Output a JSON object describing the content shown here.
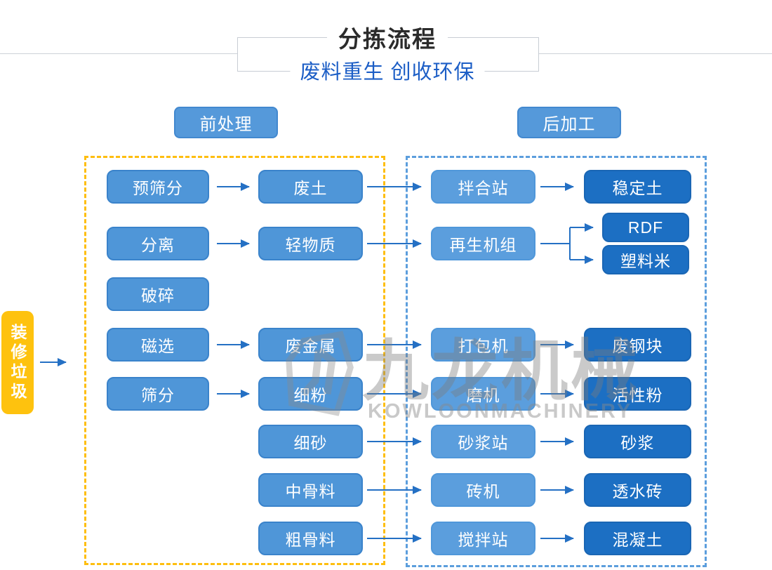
{
  "header": {
    "title": "分拣流程",
    "subtitle": "废料重生 创收环保"
  },
  "sections": {
    "pre": "前处理",
    "post": "后加工"
  },
  "source": {
    "label": "装修垃圾"
  },
  "flow": {
    "col1": [
      "预筛分",
      "分离",
      "破碎",
      "磁选",
      "筛分"
    ],
    "col2": [
      "废土",
      "轻物质",
      "废金属",
      "细粉",
      "细砂",
      "中骨料",
      "粗骨料"
    ],
    "col3": [
      "拌合站",
      "再生机组",
      "打包机",
      "磨机",
      "砂浆站",
      "砖机",
      "搅拌站"
    ],
    "col4": [
      "稳定土",
      "RDF",
      "塑料米",
      "废钢块",
      "活性粉",
      "砂浆",
      "透水砖",
      "混凝土"
    ]
  },
  "edges": [
    {
      "from": "装修垃圾",
      "to": "前处理"
    },
    {
      "from": "预筛分",
      "to": "废土"
    },
    {
      "from": "废土",
      "to": "拌合站"
    },
    {
      "from": "拌合站",
      "to": "稳定土"
    },
    {
      "from": "分离",
      "to": "轻物质"
    },
    {
      "from": "轻物质",
      "to": "再生机组"
    },
    {
      "from": "再生机组",
      "to": "RDF"
    },
    {
      "from": "再生机组",
      "to": "塑料米"
    },
    {
      "from": "磁选",
      "to": "废金属"
    },
    {
      "from": "废金属",
      "to": "打包机"
    },
    {
      "from": "打包机",
      "to": "废钢块"
    },
    {
      "from": "筛分",
      "to": "细粉"
    },
    {
      "from": "细粉",
      "to": "磨机"
    },
    {
      "from": "磨机",
      "to": "活性粉"
    },
    {
      "from": "细砂",
      "to": "砂浆站"
    },
    {
      "from": "砂浆站",
      "to": "砂浆"
    },
    {
      "from": "中骨料",
      "to": "砖机"
    },
    {
      "from": "砖机",
      "to": "透水砖"
    },
    {
      "from": "粗骨料",
      "to": "搅拌站"
    },
    {
      "from": "搅拌站",
      "to": "混凝土"
    }
  ],
  "watermark": {
    "brand_cn": "九龙机械",
    "brand_en": "KOWLOONMACHINERY"
  },
  "colors": {
    "node_blue": "#4f96d8",
    "node_blue_border": "#3a83cb",
    "machine_blue": "#5b9edd",
    "output_blue": "#1c6fc3",
    "source_yellow": "#fec20e",
    "zone_pre_border": "#febe10",
    "zone_post_border": "#5c9edd",
    "arrow_blue": "#2470c4",
    "title_color": "#2b2b2b",
    "subtitle_blue": "#1c5ec6",
    "watermark_gray": "#8a8a8a"
  }
}
